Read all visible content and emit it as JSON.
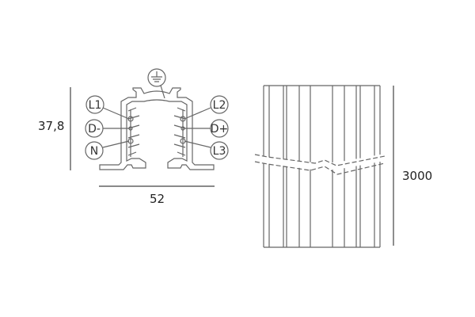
{
  "profile_view": {
    "height_dimension": "37,8",
    "width_dimension": "52",
    "earth_symbol": "earth-ground-icon",
    "conductor_labels_left": [
      "L1",
      "D-",
      "N"
    ],
    "conductor_labels_right": [
      "L2",
      "D+",
      "L3"
    ]
  },
  "length_view": {
    "length_dimension": "3000"
  },
  "colors": {
    "line": "#555555",
    "background": "#ffffff"
  }
}
